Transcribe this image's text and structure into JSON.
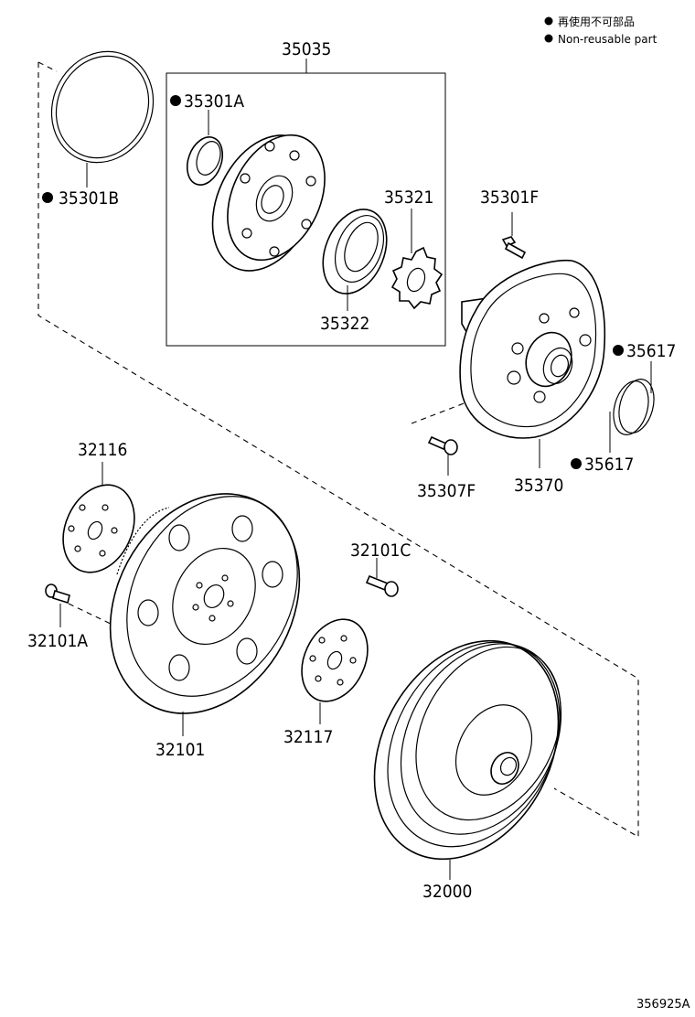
{
  "legend": {
    "japanese": "再使用不可部品",
    "english": "Non-reusable part"
  },
  "figure_code": "356925A",
  "parts": {
    "p35035": "35035",
    "p35301A": "35301A",
    "p35301B": "35301B",
    "p35321": "35321",
    "p35322": "35322",
    "p35301F": "35301F",
    "p35617a": "35617",
    "p35617b": "35617",
    "p35307F": "35307F",
    "p35370": "35370",
    "p32116": "32116",
    "p32101C": "32101C",
    "p32101A": "32101A",
    "p32101": "32101",
    "p32117": "32117",
    "p32000": "32000"
  }
}
